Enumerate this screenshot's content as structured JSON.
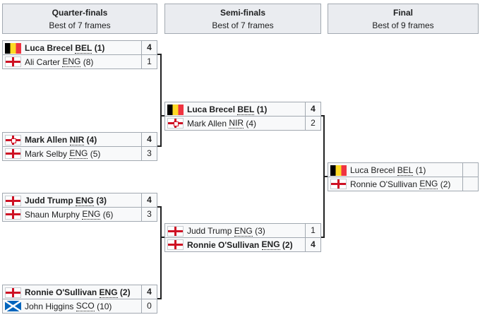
{
  "rounds": [
    {
      "title": "Quarter-finals",
      "format": "Best of 7 frames"
    },
    {
      "title": "Semi-finals",
      "format": "Best of 7 frames"
    },
    {
      "title": "Final",
      "format": "Best of 9 frames"
    }
  ],
  "quarter_finals": [
    {
      "p1": {
        "name": "Luca Brecel",
        "country": "BEL",
        "seed": "(1)",
        "score": "4",
        "flag": "belgium-flag-icon"
      },
      "p2": {
        "name": "Ali Carter",
        "country": "ENG",
        "seed": "(8)",
        "score": "1",
        "flag": "england-flag-icon"
      }
    },
    {
      "p1": {
        "name": "Mark Allen",
        "country": "NIR",
        "seed": "(4)",
        "score": "4",
        "flag": "northern-ireland-flag-icon"
      },
      "p2": {
        "name": "Mark Selby",
        "country": "ENG",
        "seed": "(5)",
        "score": "3",
        "flag": "england-flag-icon"
      }
    },
    {
      "p1": {
        "name": "Judd Trump",
        "country": "ENG",
        "seed": "(3)",
        "score": "4",
        "flag": "england-flag-icon"
      },
      "p2": {
        "name": "Shaun Murphy",
        "country": "ENG",
        "seed": "(6)",
        "score": "3",
        "flag": "england-flag-icon"
      }
    },
    {
      "p1": {
        "name": "Ronnie O'Sullivan",
        "country": "ENG",
        "seed": "(2)",
        "score": "4",
        "flag": "england-flag-icon"
      },
      "p2": {
        "name": "John Higgins",
        "country": "SCO",
        "seed": "(10)",
        "score": "0",
        "flag": "scotland-flag-icon"
      }
    }
  ],
  "semi_finals": [
    {
      "p1": {
        "name": "Luca Brecel",
        "country": "BEL",
        "seed": "(1)",
        "score": "4",
        "flag": "belgium-flag-icon"
      },
      "p2": {
        "name": "Mark Allen",
        "country": "NIR",
        "seed": "(4)",
        "score": "2",
        "flag": "northern-ireland-flag-icon"
      }
    },
    {
      "p1": {
        "name": "Judd Trump",
        "country": "ENG",
        "seed": "(3)",
        "score": "1",
        "flag": "england-flag-icon"
      },
      "p2": {
        "name": "Ronnie O'Sullivan",
        "country": "ENG",
        "seed": "(2)",
        "score": "4",
        "flag": "england-flag-icon"
      }
    }
  ],
  "final": {
    "p1": {
      "name": "Luca Brecel",
      "country": "BEL",
      "seed": "(1)",
      "score": "",
      "flag": "belgium-flag-icon"
    },
    "p2": {
      "name": "Ronnie O'Sullivan",
      "country": "ENG",
      "seed": "(2)",
      "score": "",
      "flag": "england-flag-icon"
    }
  },
  "colors": {
    "link": "#202122",
    "header_bg": "#eaecf0",
    "cell_bg": "#f8f9fa",
    "border": "#a2a9b1"
  }
}
